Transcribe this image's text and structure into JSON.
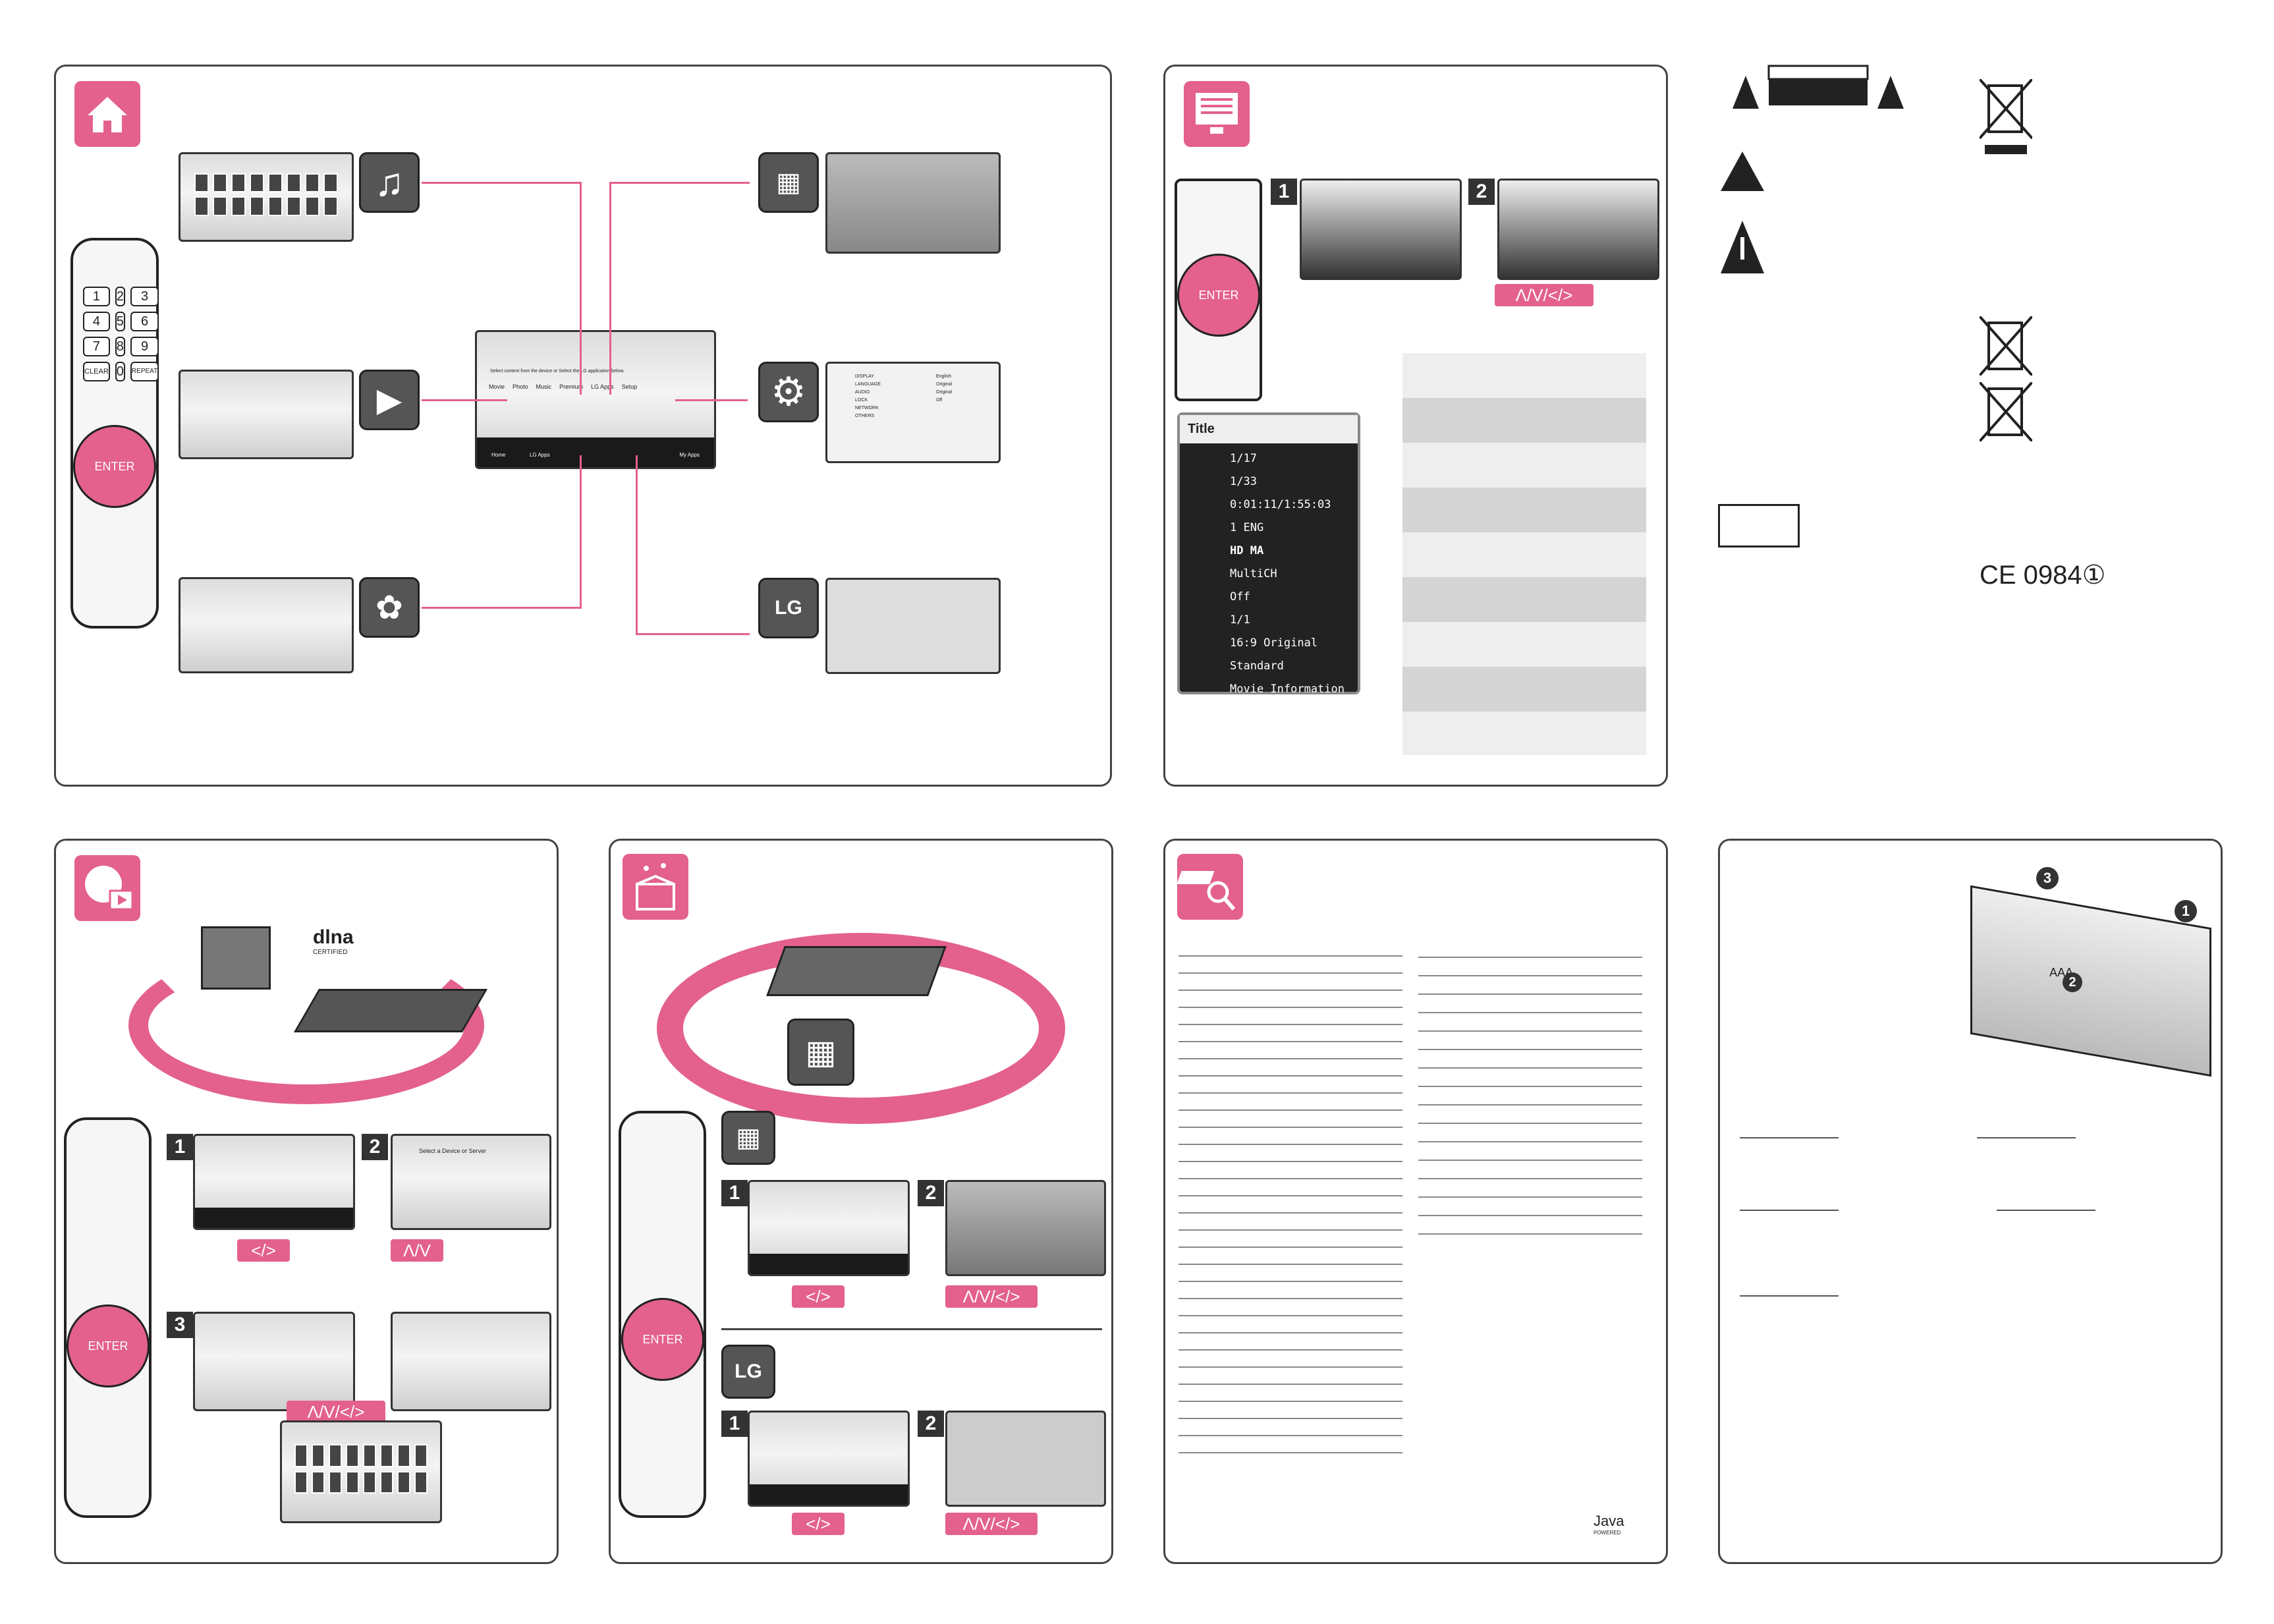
{
  "home": {
    "home_menu": {
      "title": "Select content from the device or Select the LG application below.",
      "items": [
        "Movie",
        "Photo",
        "Music",
        "Premium",
        "LG Apps",
        "Setup"
      ],
      "bottom_items": [
        "Home",
        "LG Apps",
        "My Apps"
      ]
    },
    "remote_keys": [
      "1",
      "2",
      "3",
      "4",
      "5",
      "6",
      "7",
      "8",
      "9",
      "CLEAR",
      "0",
      "REPEAT"
    ],
    "enter_label": "ENTER"
  },
  "display": {
    "steps": [
      "1",
      "2"
    ],
    "nav_keys": "Λ/V/</>",
    "info_title": "Title",
    "info_rows": [
      "1/17",
      "1/33",
      "0:01:11/1:55:03",
      "1 ENG",
      "HD MA",
      "MultiCH",
      "Off",
      "1/1",
      "16:9 Original",
      "Standard",
      "Movie Information"
    ]
  },
  "network": {
    "dlna": "dlna",
    "dlna_sub": "CERTIFIED",
    "steps": [
      "1",
      "2",
      "3"
    ],
    "select_title": "Select a Device or Server",
    "nav_keys_1": "</>",
    "nav_keys_2": "Λ/V",
    "nav_keys_3": "Λ/V/</>"
  },
  "premium": {
    "steps": [
      "1",
      "2"
    ],
    "nav_keys_1": "</>",
    "nav_keys_2": "Λ/V/</>",
    "lg_label": "LG"
  },
  "setup_labels": [
    "DISPLAY",
    "LANGUAGE",
    "AUDIO",
    "LOCK",
    "NETWORK",
    "OTHERS"
  ],
  "setup_values": [
    "English",
    "Original",
    "Original",
    "Off"
  ],
  "java": "Java",
  "java_sub": "POWERED",
  "ce": "CE 0984①",
  "battery": {
    "type": "AAA",
    "steps": [
      "1",
      "2",
      "3"
    ]
  }
}
